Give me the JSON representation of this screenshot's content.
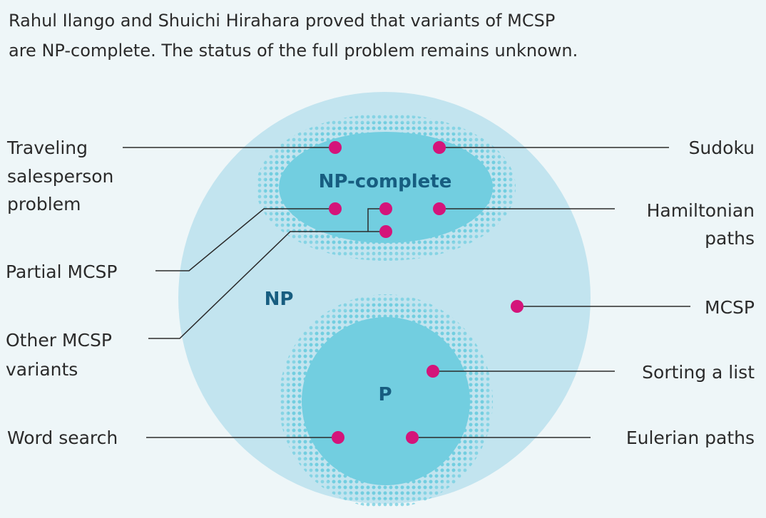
{
  "caption": {
    "line1": "Rahul Ilango and Shuichi Hirahara proved that variants of MCSP",
    "line2": "are NP-complete. The status of the full problem remains unknown."
  },
  "regions": {
    "np": "NP",
    "np_complete": "NP-complete",
    "p": "P"
  },
  "problems": {
    "traveling_salesperson": [
      "Traveling",
      "salesperson",
      "problem"
    ],
    "sudoku": [
      "Sudoku"
    ],
    "hamiltonian_paths": [
      "Hamiltonian",
      "paths"
    ],
    "partial_mcsp": [
      "Partial MCSP"
    ],
    "other_mcsp_variants": [
      "Other MCSP",
      "variants"
    ],
    "mcsp": [
      "MCSP"
    ],
    "sorting_a_list": [
      "Sorting a list"
    ],
    "word_search": [
      "Word search"
    ],
    "eulerian_paths": [
      "Eulerian paths"
    ]
  },
  "colors": {
    "np_fill": "#c2e4ef",
    "inner_fill": "#72cee0",
    "dot": "#d4147a",
    "region_label": "#175d80",
    "text": "#2b2b2b",
    "background": "#eef6f8"
  }
}
